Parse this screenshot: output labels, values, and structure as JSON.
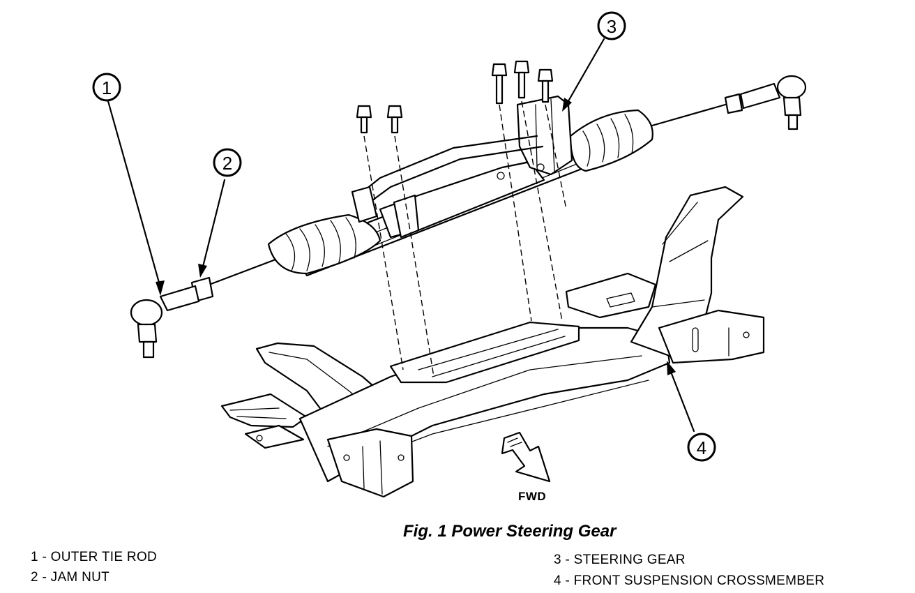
{
  "figure": {
    "caption": "Fig. 1 Power Steering Gear",
    "direction_label": "FWD"
  },
  "callouts": [
    {
      "number": "1"
    },
    {
      "number": "2"
    },
    {
      "number": "3"
    },
    {
      "number": "4"
    }
  ],
  "legend": [
    {
      "text": "1 - OUTER TIE ROD"
    },
    {
      "text": "2 - JAM NUT"
    },
    {
      "text": "3 - STEERING GEAR"
    },
    {
      "text": "4 - FRONT SUSPENSION CROSSMEMBER"
    }
  ]
}
